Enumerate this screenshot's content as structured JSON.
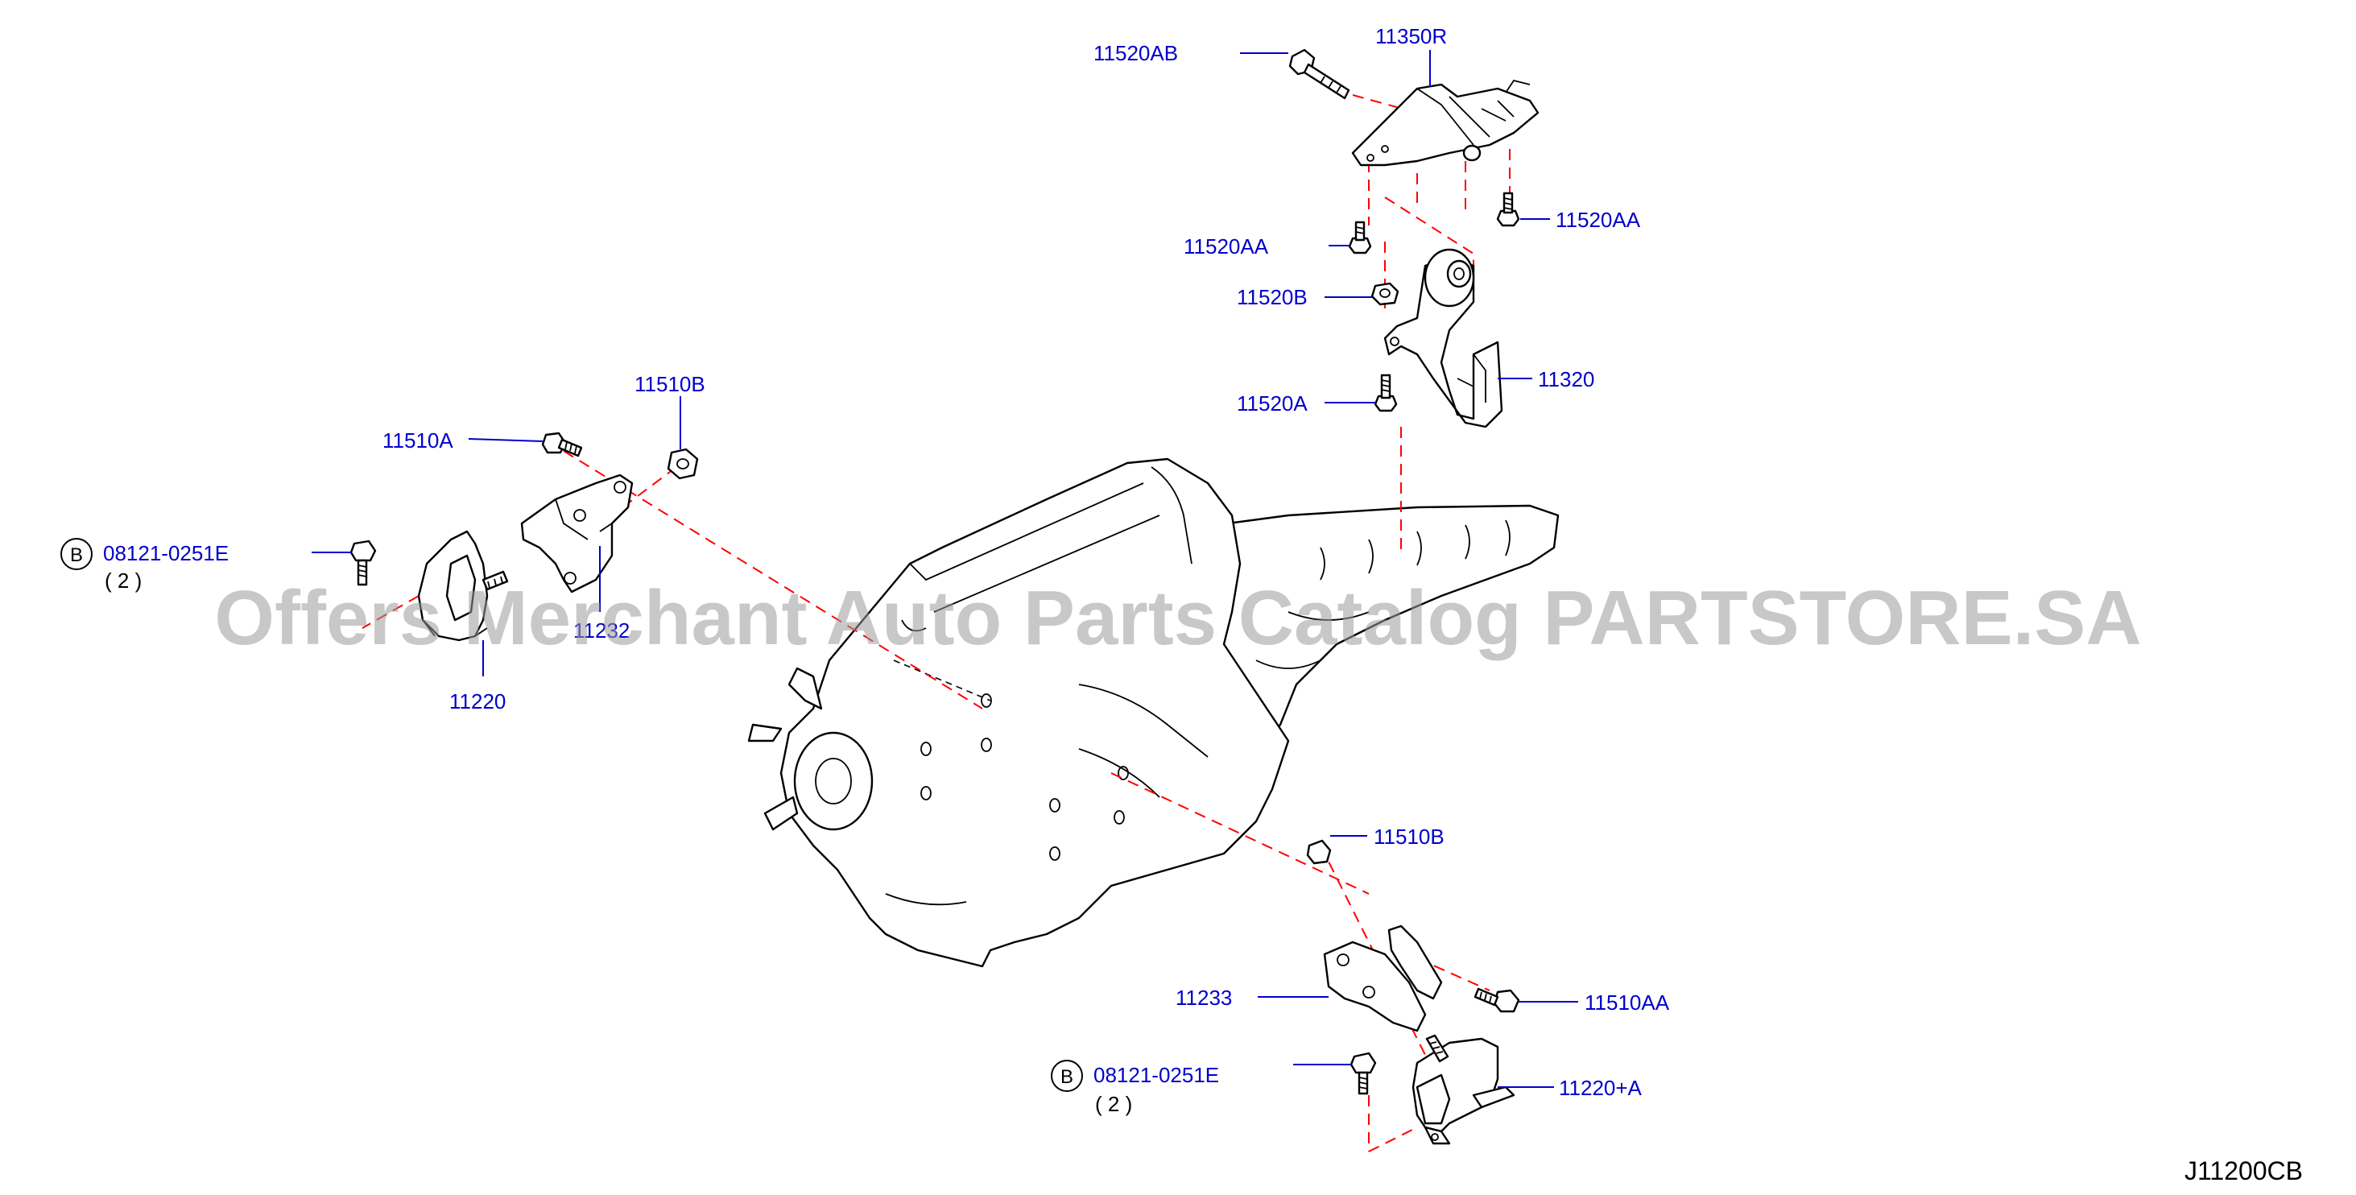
{
  "parts": {
    "p11520AB": "11520AB",
    "p11350R": "11350R",
    "p11520AA_right": "11520AA",
    "p11520AA_left": "11520AA",
    "p11520B": "11520B",
    "p11320": "11320",
    "p11520A": "11520A",
    "p11510B_top": "11510B",
    "p11510A": "11510A",
    "p08121_top": "08121-0251E",
    "qty_top": "( 2 )",
    "p11232": "11232",
    "p11220": "11220",
    "p11510B_bottom": "11510B",
    "p11233": "11233",
    "p11510AA": "11510AA",
    "p08121_bottom": "08121-0251E",
    "qty_bottom": "( 2 )",
    "p11220A": "11220+A"
  },
  "bolt_symbol": "B",
  "diagram_code": "J11200CB",
  "watermark": "Offers Merchant Auto Parts Catalog PARTSTORE.SA",
  "colors": {
    "label": "#0000cc",
    "dashed_line": "#ff0000",
    "drawing": "#000000",
    "watermark": "#9a9a9a"
  }
}
